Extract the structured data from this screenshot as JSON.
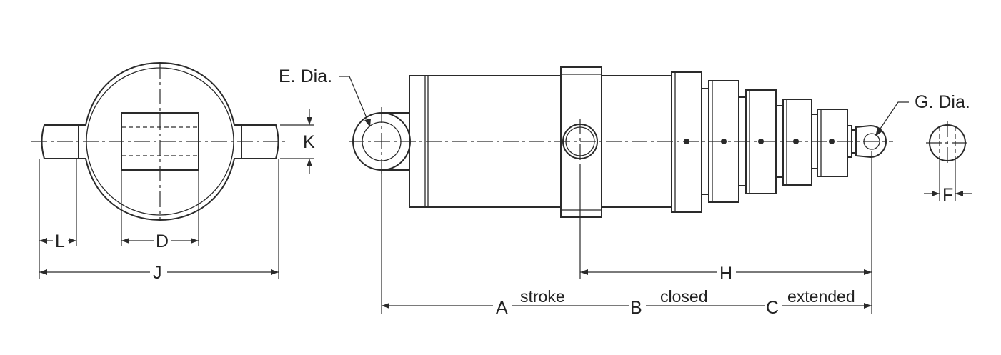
{
  "labels": {
    "e_dia": "E. Dia.",
    "g_dia": "G. Dia.",
    "k": "K",
    "l": "L",
    "d": "D",
    "j": "J",
    "h": "H",
    "f": "F",
    "a": "A",
    "b": "B",
    "c": "C",
    "stroke": "stroke",
    "closed": "closed",
    "extended": "extended"
  }
}
